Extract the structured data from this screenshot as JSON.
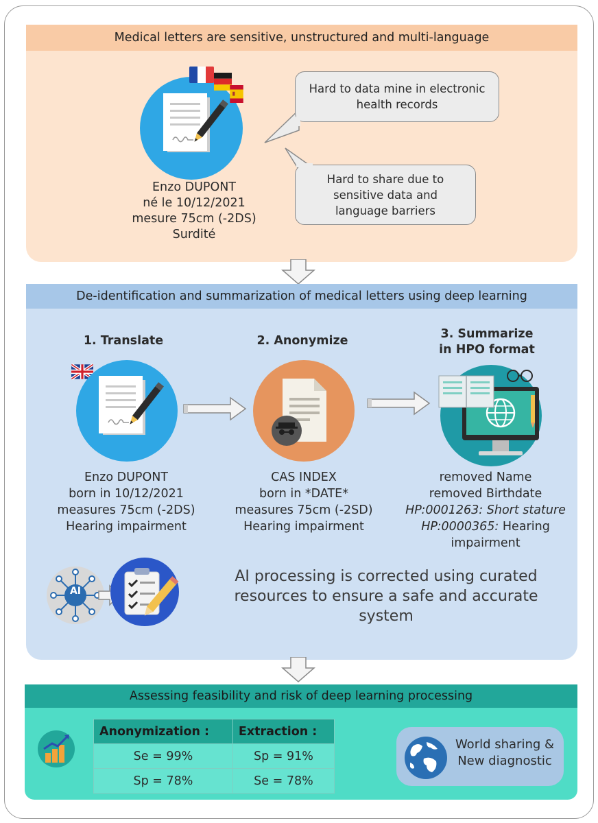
{
  "section1": {
    "title": "Medical letters are sensitive, unstructured and multi-language",
    "patient_lines": [
      "Enzo DUPONT",
      "né le 10/12/2021",
      "mesure 75cm (-2DS)",
      "Surdité"
    ],
    "bubble_top": "Hard to data mine in electronic health records",
    "bubble_bottom": "Hard to share due to sensitive data and language barriers"
  },
  "section2": {
    "title": "De-identification and summarization of medical letters using deep learning",
    "steps": [
      {
        "title": "1.   Translate",
        "lines": [
          "Enzo DUPONT",
          "born in 10/12/2021",
          "measures 75cm (-2DS)",
          "Hearing impairment"
        ]
      },
      {
        "title": "2. Anonymize",
        "lines": [
          "CAS INDEX",
          "born in *DATE*",
          "measures 75cm (-2SD)",
          "Hearing impairment"
        ]
      },
      {
        "title_line1": "3. Summarize",
        "title_line2": "in HPO format",
        "lines": [
          "removed Name",
          "removed Birthdate"
        ],
        "hpo1_code": "HP:0001263:",
        "hpo1_label": " Short stature",
        "hpo2_code": "HP:0000365:",
        "hpo2_label": " Hearing",
        "hpo2_cont": "impairment"
      }
    ],
    "ai_label": "AI",
    "ai_note": "AI processing is corrected using curated resources to ensure a safe and accurate system"
  },
  "section3": {
    "title": "Assessing feasibility and risk of deep learning processing",
    "table": {
      "headers": [
        "Anonymization :",
        "Extraction :"
      ],
      "rows": [
        [
          "Se = 99%",
          "Sp = 91%"
        ],
        [
          "Sp = 78%",
          "Se = 78%"
        ]
      ]
    },
    "world_text_1": "World sharing &",
    "world_text_2": "New diagnostic"
  },
  "colors": {
    "section1_bg": "#fde4cf",
    "section1_head": "#f9cba6",
    "section2_bg": "#cfe0f3",
    "section2_head": "#a7c7e8",
    "section3_bg": "#4fdcc6",
    "section3_head": "#22a79a",
    "circle_blue": "#2fa7e5",
    "circle_orange": "#e6955e",
    "circle_teal": "#1f9aa6"
  }
}
